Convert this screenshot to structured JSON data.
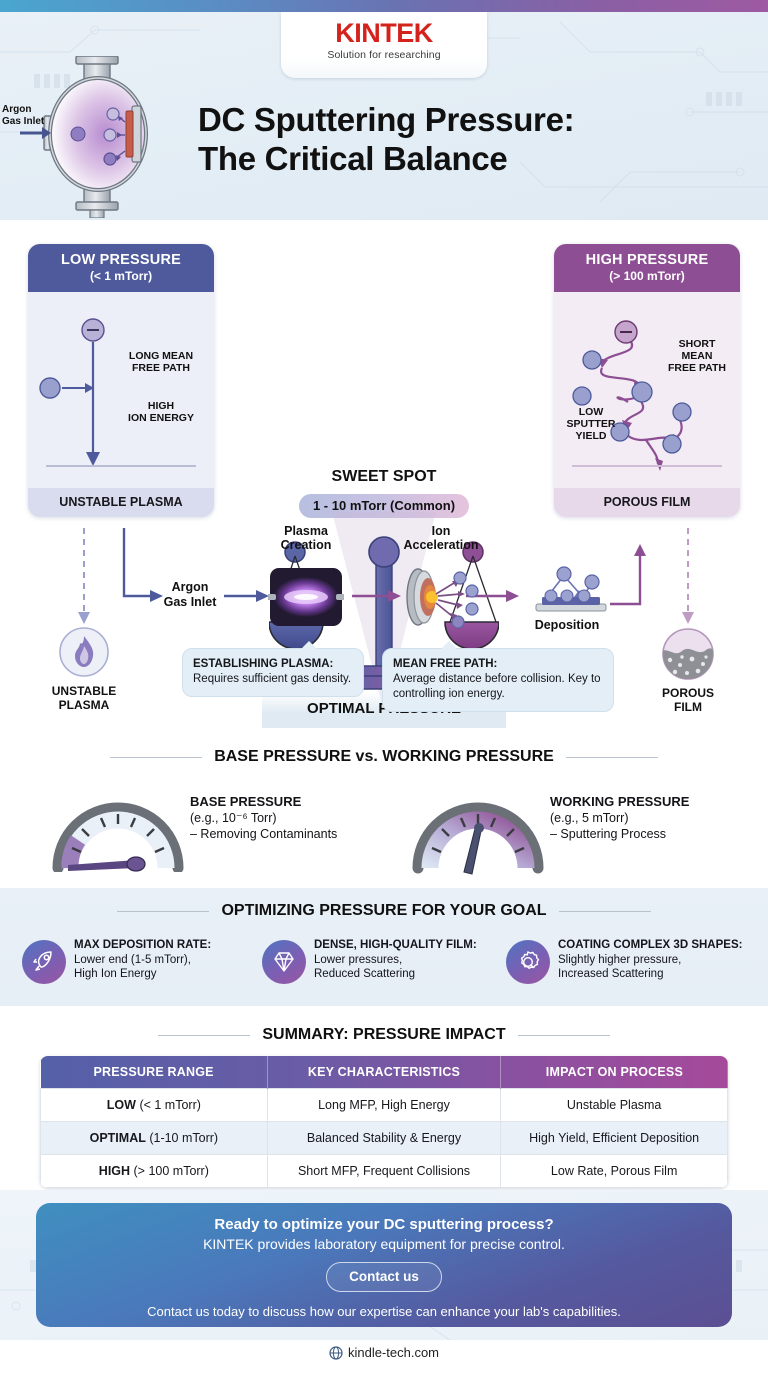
{
  "brand": {
    "logo_k": "K",
    "logo_rest": "INTEK",
    "tagline": "Solution for researching"
  },
  "header": {
    "title_line1": "DC Sputtering Pressure:",
    "title_line2": "The Critical Balance",
    "argon_label_line1": "Argon",
    "argon_label_line2": "Gas Inlet"
  },
  "cards": {
    "low": {
      "title": "LOW PRESSURE",
      "range": "(< 1 mTorr)",
      "label_a": "LONG MEAN\nFREE PATH",
      "label_a1": "LONG MEAN",
      "label_a2": "FREE PATH",
      "label_b1": "HIGH",
      "label_b2": "ION ENERGY",
      "footer": "UNSTABLE PLASMA"
    },
    "high": {
      "title": "HIGH PRESSURE",
      "range": "(> 100 mTorr)",
      "label_a1": "SHORT",
      "label_a2": "MEAN",
      "label_a3": "FREE PATH",
      "label_b1": "LOW",
      "label_b2": "SPUTTER",
      "label_b3": "YIELD",
      "footer": "POROUS FILM"
    },
    "sweet": {
      "title": "SWEET SPOT",
      "badge": "1 - 10 mTorr (Common)",
      "caption": "OPTIMAL PRESSURE"
    }
  },
  "flow": {
    "unstable_1": "UNSTABLE",
    "unstable_2": "PLASMA",
    "argon_1": "Argon",
    "argon_2": "Gas Inlet",
    "plasma_1": "Plasma",
    "plasma_2": "Creation",
    "ion_1": "Ion",
    "ion_2": "Acceleration",
    "deposition": "Deposition",
    "porous_1": "POROUS",
    "porous_2": "FILM",
    "callout1_title": "ESTABLISHING PLASMA:",
    "callout1_body": "Requires sufficient gas density.",
    "callout2_title": "MEAN FREE PATH:",
    "callout2_body": "Average distance before collision. Key to controlling ion energy."
  },
  "gauges": {
    "section_title": "BASE PRESSURE vs. WORKING PRESSURE",
    "base": {
      "name": "BASE PRESSURE",
      "value": "(e.g., 10⁻⁶ Torr)",
      "purpose": "– Removing Contaminants"
    },
    "working": {
      "name": "WORKING PRESSURE",
      "value": "(e.g., 5 mTorr)",
      "purpose": "– Sputtering Process"
    }
  },
  "optimizing": {
    "section_title": "OPTIMIZING PRESSURE FOR YOUR GOAL",
    "goals": [
      {
        "icon": "rocket-icon",
        "title": "MAX DEPOSITION RATE:",
        "line1": "Lower end (1-5 mTorr),",
        "line2": "High Ion Energy"
      },
      {
        "icon": "diamond-icon",
        "title": "DENSE, HIGH-QUALITY FILM:",
        "line1": "Lower pressures,",
        "line2": "Reduced Scattering"
      },
      {
        "icon": "gear-icon",
        "title": "COATING COMPLEX 3D SHAPES:",
        "line1": "Slightly higher pressure,",
        "line2": "Increased Scattering"
      }
    ]
  },
  "summary": {
    "section_title": "SUMMARY: PRESSURE IMPACT",
    "columns": [
      "PRESSURE RANGE",
      "KEY CHARACTERISTICS",
      "IMPACT ON PROCESS"
    ],
    "rows": [
      {
        "range_bold": "LOW",
        "range_rest": " (< 1 mTorr)",
        "characteristics": "Long MFP, High Energy",
        "impact": "Unstable Plasma"
      },
      {
        "range_bold": "OPTIMAL",
        "range_rest": " (1-10 mTorr)",
        "characteristics": "Balanced Stability & Energy",
        "impact": "High Yield, Efficient Deposition"
      },
      {
        "range_bold": "HIGH",
        "range_rest": " (> 100 mTorr)",
        "characteristics": "Short MFP, Frequent Collisions",
        "impact": "Low Rate, Porous Film"
      }
    ]
  },
  "cta": {
    "line1": "Ready to optimize your DC sputtering process?",
    "line2": "KINTEK provides laboratory equipment for precise control.",
    "button": "Contact us",
    "line3": "Contact us today to discuss how our expertise can enhance your lab's capabilities."
  },
  "footer": {
    "site": "kindle-tech.com"
  },
  "colors": {
    "accent_blue": "#4e5a9c",
    "accent_purple": "#8d4e93",
    "brand_red": "#d4231c",
    "band_bg": "#e9f0f7",
    "cta_from": "#3f8fc0",
    "cta_to": "#5c4f93"
  }
}
